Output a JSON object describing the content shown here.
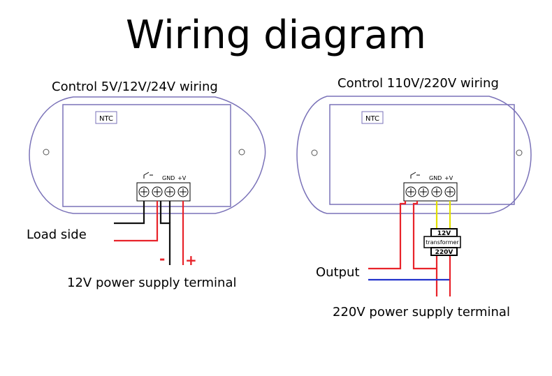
{
  "title": "Wiring diagram",
  "left": {
    "caption": "Control 5V/12V/24V wiring",
    "ntc": "NTC",
    "gnd": "GND",
    "vplus": "+V",
    "load_side": "Load side",
    "minus": "-",
    "plus": "+",
    "supply": "12V power supply terminal"
  },
  "right": {
    "caption": "Control 110V/220V wiring",
    "ntc": "NTC",
    "gnd": "GND",
    "vplus": "+V",
    "xf_top": "12V",
    "xf_mid": "transformer",
    "xf_bot": "220V",
    "output": "Output",
    "supply": "220V power supply terminal"
  },
  "colors": {
    "outline": "#7a72b8",
    "red": "#e8232a",
    "blue": "#2233cc",
    "yellow": "#e3e000",
    "black": "#111111"
  }
}
